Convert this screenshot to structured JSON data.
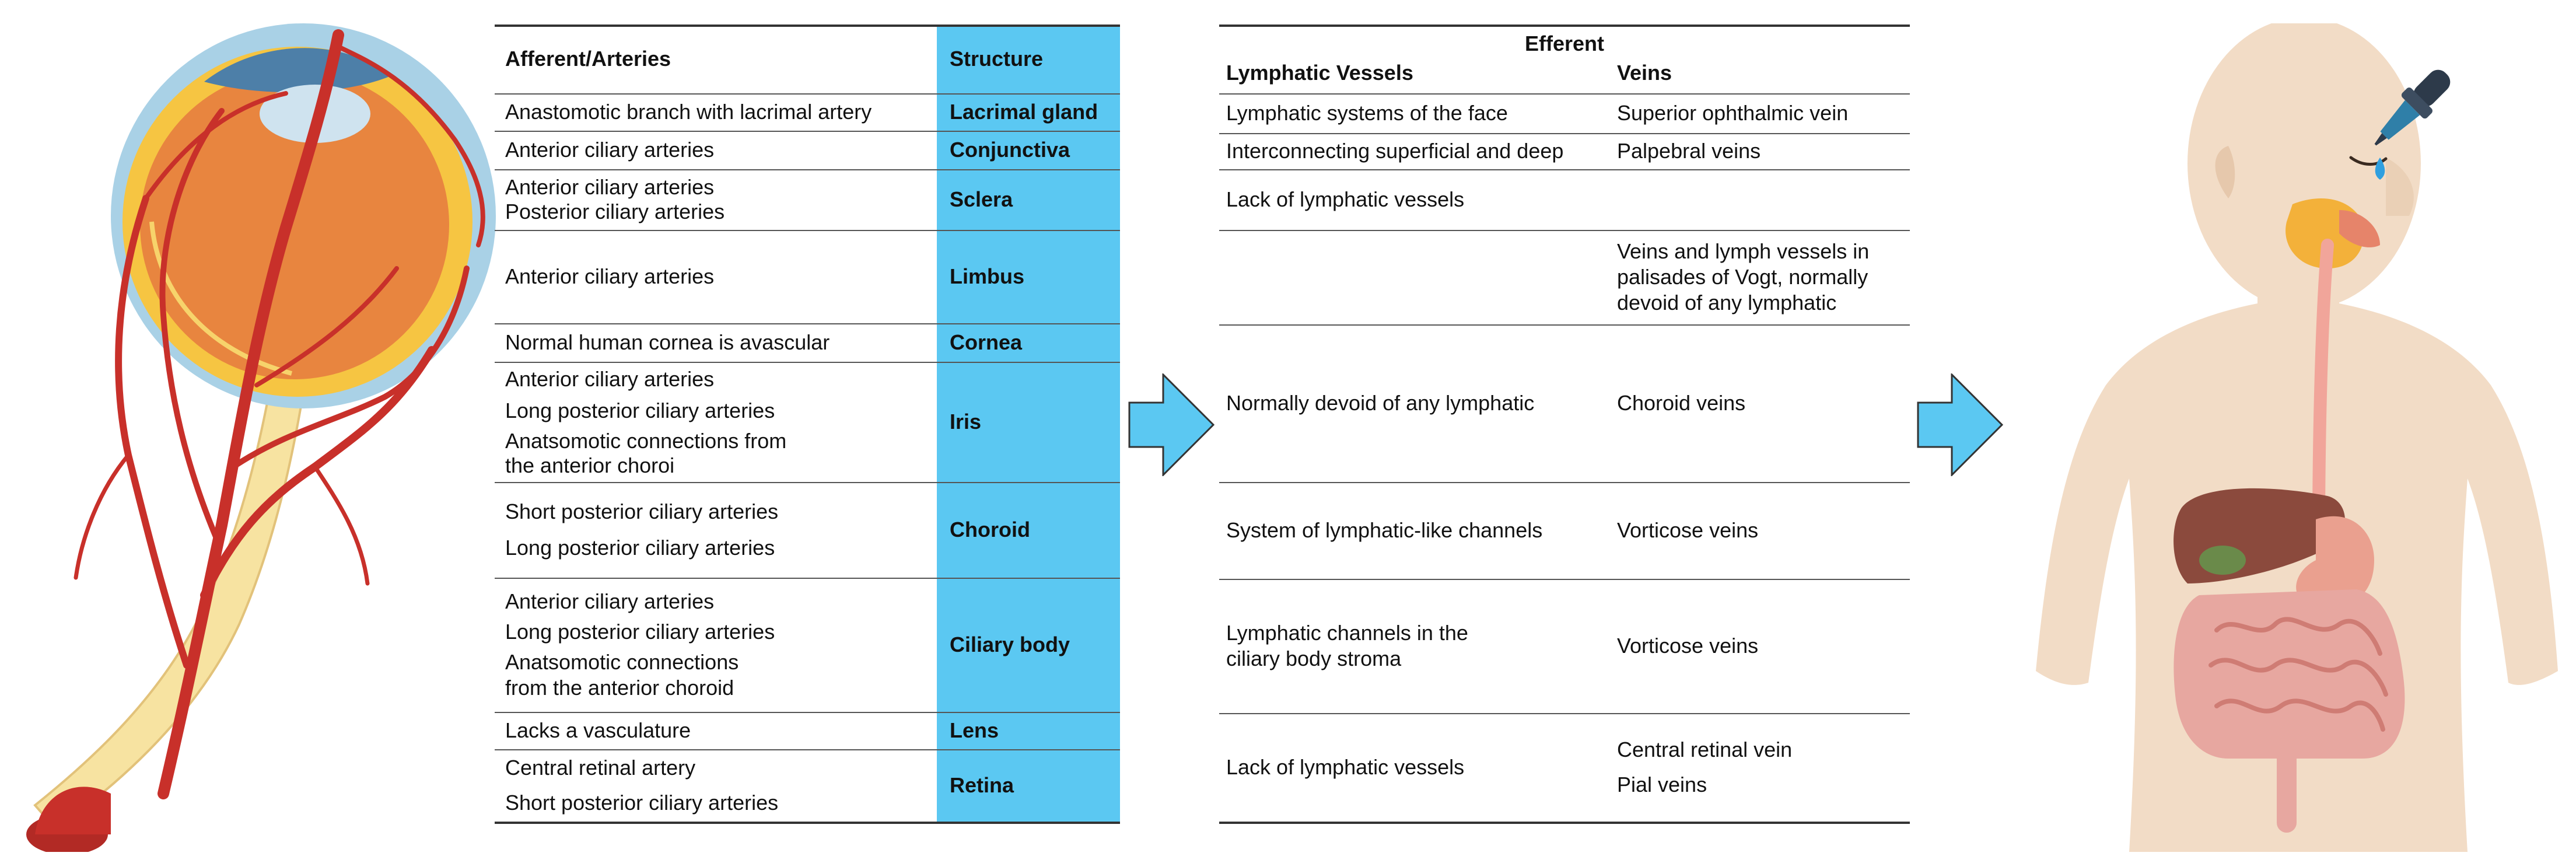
{
  "afferent_table": {
    "header_afferent": "Afferent/Arteries",
    "header_structure": "Structure",
    "rows": [
      {
        "arteries": [
          "Anastomotic branch with lacrimal artery"
        ],
        "structure": "Lacrimal gland"
      },
      {
        "arteries": [
          "Anterior ciliary arteries"
        ],
        "structure": "Conjunctiva"
      },
      {
        "arteries": [
          "Anterior ciliary arteries",
          "Posterior ciliary arteries"
        ],
        "structure": "Sclera"
      },
      {
        "arteries": [
          "Anterior ciliary arteries"
        ],
        "structure": "Limbus"
      },
      {
        "arteries": [
          "Normal human cornea is avascular"
        ],
        "structure": "Cornea"
      },
      {
        "arteries": [
          "Anterior ciliary arteries",
          "Long posterior ciliary arteries",
          "Anatsomotic connections from",
          "the anterior choroi"
        ],
        "structure": "Iris"
      },
      {
        "arteries": [
          "Short posterior ciliary arteries",
          "Long posterior ciliary arteries"
        ],
        "structure": "Choroid"
      },
      {
        "arteries": [
          "Anterior ciliary arteries",
          "Long posterior ciliary arteries",
          "Anatsomotic connections",
          "from the anterior choroid"
        ],
        "structure": "Ciliary body"
      },
      {
        "arteries": [
          "Lacks a vasculature"
        ],
        "structure": "Lens"
      },
      {
        "arteries": [
          "Central retinal artery",
          "Short posterior ciliary arteries"
        ],
        "structure": "Retina"
      }
    ]
  },
  "efferent_table": {
    "title": "Efferent",
    "header_lymph": "Lymphatic Vessels",
    "header_veins": "Veins",
    "rows": [
      {
        "lymph": [
          "Lymphatic systems of the face"
        ],
        "veins": [
          "Superior ophthalmic vein"
        ]
      },
      {
        "lymph": [
          "Interconnecting superficial and deep"
        ],
        "veins": [
          "Palpebral veins"
        ]
      },
      {
        "lymph": [
          "Lack of lymphatic vessels"
        ],
        "veins": []
      },
      {
        "lymph": [],
        "veins": [
          "Veins and lymph vessels in",
          "palisades of Vogt, normally",
          "devoid of any lymphatic"
        ]
      },
      {
        "lymph": [
          "Normally devoid of any lymphatic"
        ],
        "veins": [
          "Choroid veins"
        ]
      },
      {
        "lymph": [
          "System of lymphatic-like channels"
        ],
        "veins": [
          "Vorticose veins"
        ]
      },
      {
        "lymph": [
          "Lymphatic channels in the",
          "ciliary body stroma"
        ],
        "veins": [
          "Vorticose veins"
        ]
      },
      {
        "lymph": [
          "Lack of lymphatic vessels"
        ],
        "veins": [
          "Central retinal vein",
          "Pial veins"
        ]
      }
    ]
  },
  "colors": {
    "structure_column": "#5bc8f2",
    "arrow_fill": "#5bc8f2",
    "artery_red": "#c8302a",
    "eye_orange": "#e8853f",
    "optic_nerve_yellow": "#f7e3a1",
    "skin": "#f2dcc6"
  },
  "icons": {
    "eye": "eye-anatomy-illustration",
    "body": "human-body-digestive-illustration",
    "dropper": "eye-dropper-icon",
    "arrow": "right-arrow-icon"
  }
}
